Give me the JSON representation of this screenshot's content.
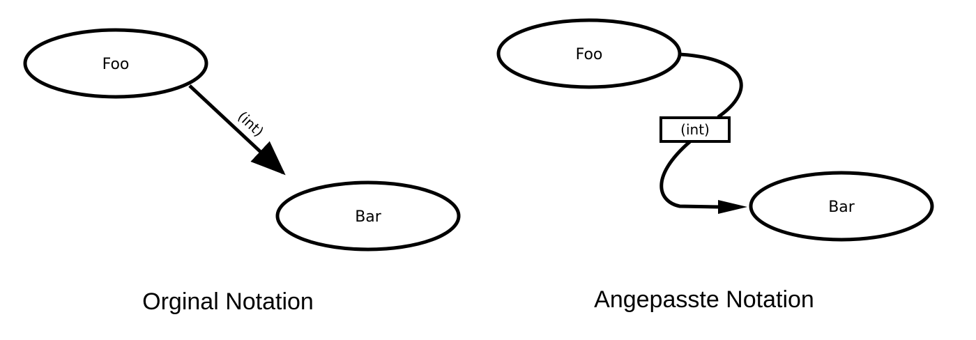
{
  "left_diagram": {
    "caption": "Orginal Notation",
    "source_node": "Foo",
    "target_node": "Bar",
    "edge_label": "(int)"
  },
  "right_diagram": {
    "caption": "Angepasste Notation",
    "source_node": "Foo",
    "target_node": "Bar",
    "edge_label": "(int)"
  },
  "colors": {
    "stroke": "#000000",
    "background": "#ffffff"
  }
}
